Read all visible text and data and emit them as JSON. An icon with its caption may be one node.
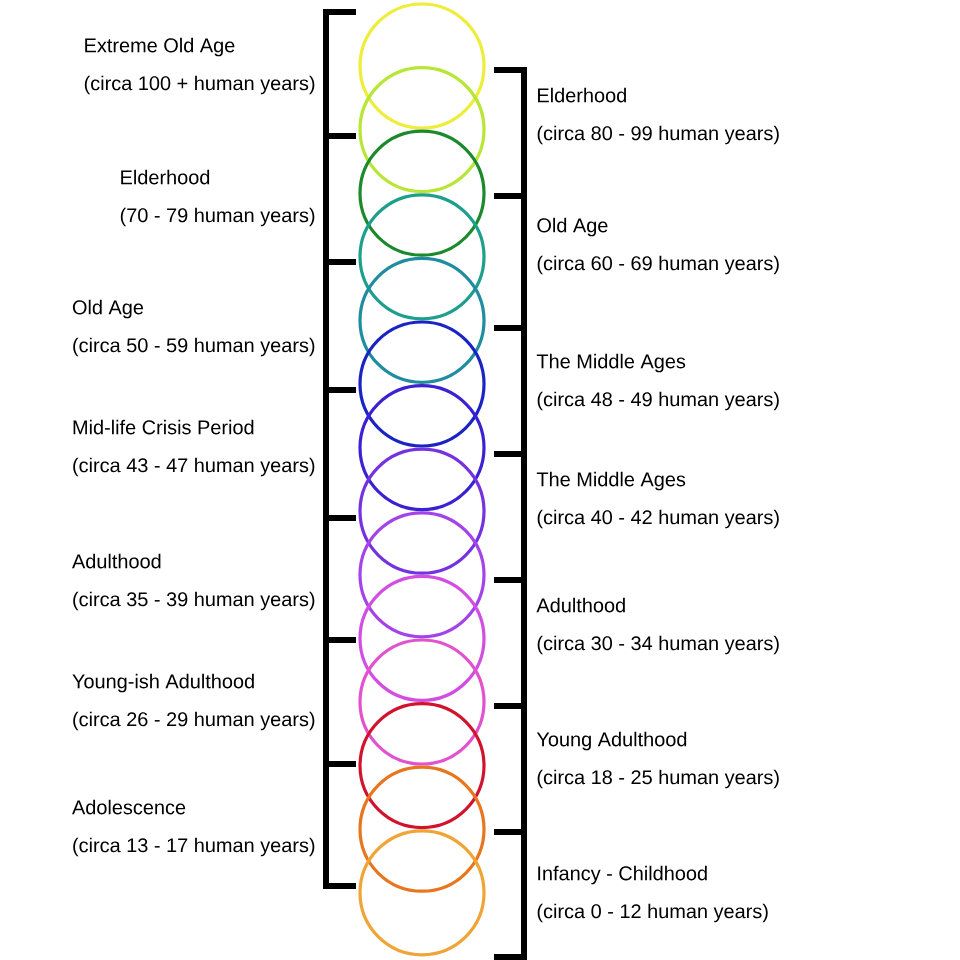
{
  "diagram": {
    "labels": [
      "Extreme Old Age",
      "(circa 100 + human years)",
      "Elderhood",
      "(circa 80 - 99 human years)",
      "Elderhood",
      "(70 - 79 human years)",
      "Old Age",
      "(circa 60 - 69 human years)",
      "Old Age",
      "(circa 50 - 59 human years)",
      "The Middle Ages",
      "(circa 48 - 49 human years)",
      "Mid-life Crisis Period",
      "(circa 43 - 47 human years)",
      "The Middle Ages",
      "(circa 40 - 42 human years)",
      "Adulthood",
      "(circa 35 - 39 human years)",
      "Adulthood",
      "(circa 30 - 34 human years)",
      "Young-ish Adulthood",
      "(circa 26 - 29 human years)",
      "Young Adulthood",
      "(circa 18 - 25 human years)",
      "Adolescence",
      "(circa 13 - 17 human years)",
      "Infancy - Childhood",
      "(circa 0 - 12 human years)"
    ]
  }
}
